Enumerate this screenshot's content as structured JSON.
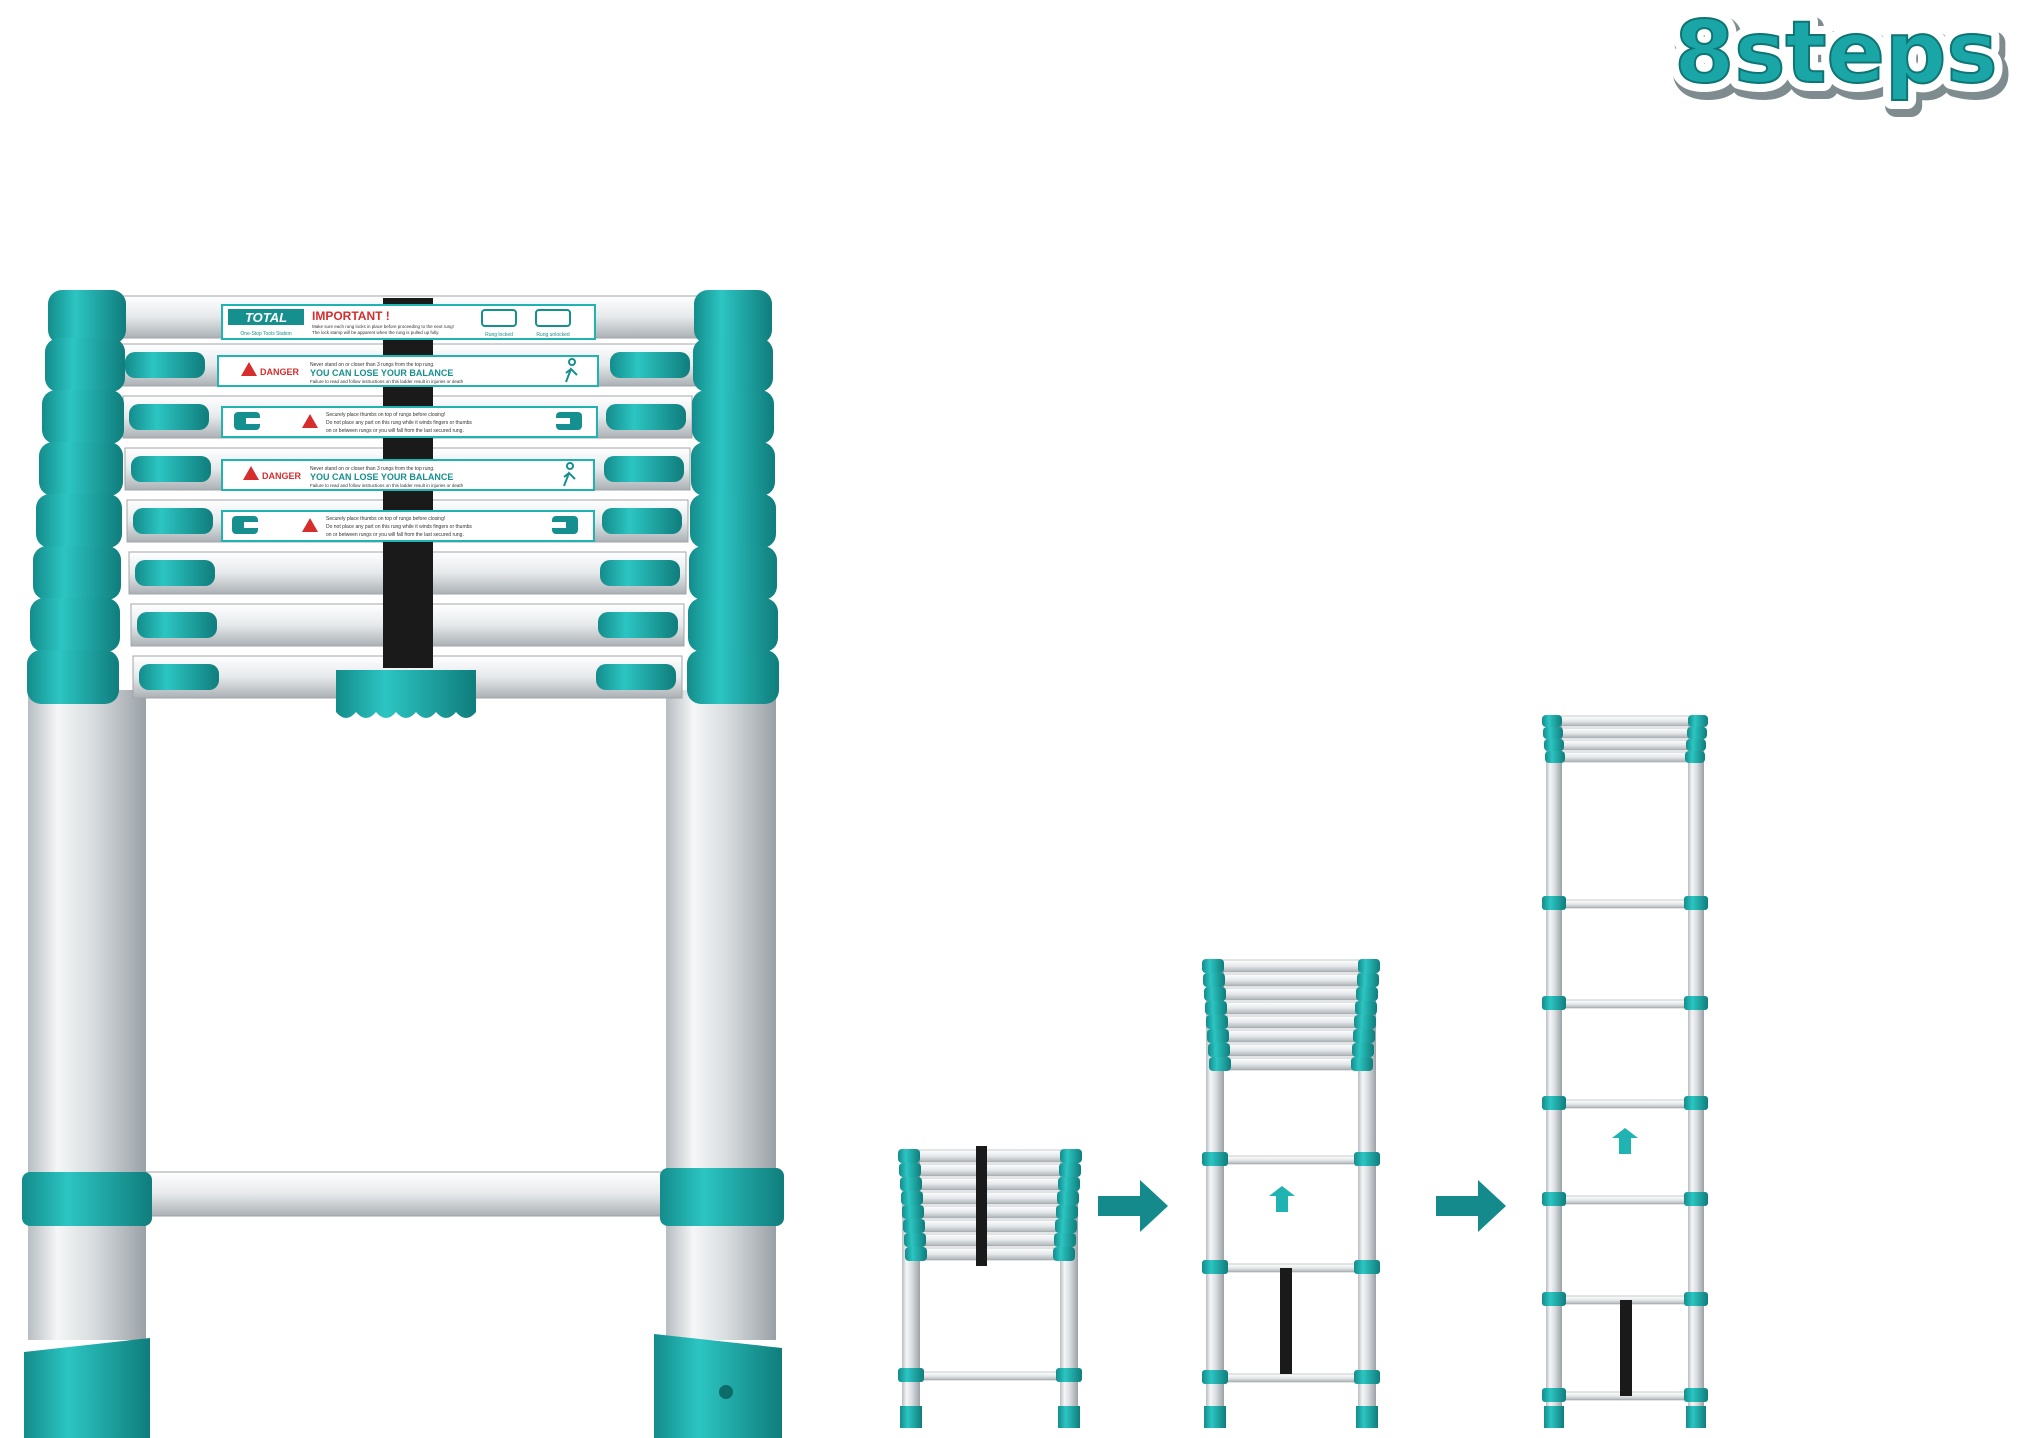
{
  "badge": {
    "text": "8steps"
  },
  "brand": {
    "logo_text": "TOTAL",
    "tagline": "One-Stop Tools Station"
  },
  "labels": {
    "important_title": "IMPORTANT !",
    "important_line1": "Make sure each rung locks in place before proceeding to the next rung!",
    "important_line2": "The lock stamp will be apparent when the rung is pulled up fully.",
    "rung_locked": "Rung locked",
    "rung_unlocked": "Rung unlocked",
    "danger_word": "DANGER",
    "danger_line1": "Never stand on or closer than 3 rungs from the top rung.",
    "danger_headline": "YOU CAN LOSE YOUR BALANCE",
    "danger_line3": "Failure to read and follow instructions on this ladder result in injuries or death",
    "caution_line1": "Securely place thumbs on top of rungs before closing!",
    "caution_line2": "Do not place any part on this rung while it winds fingers or thumbs",
    "caution_line3": "on or between rungs or you will fall from the last secured rung."
  },
  "colors": {
    "teal": "#1fb3b1",
    "teal_dark": "#138c8b",
    "aluminium": "#dde1e3",
    "strap": "#1a1a1a",
    "arrow": "#148a8c",
    "danger_red": "#d62d2d"
  }
}
